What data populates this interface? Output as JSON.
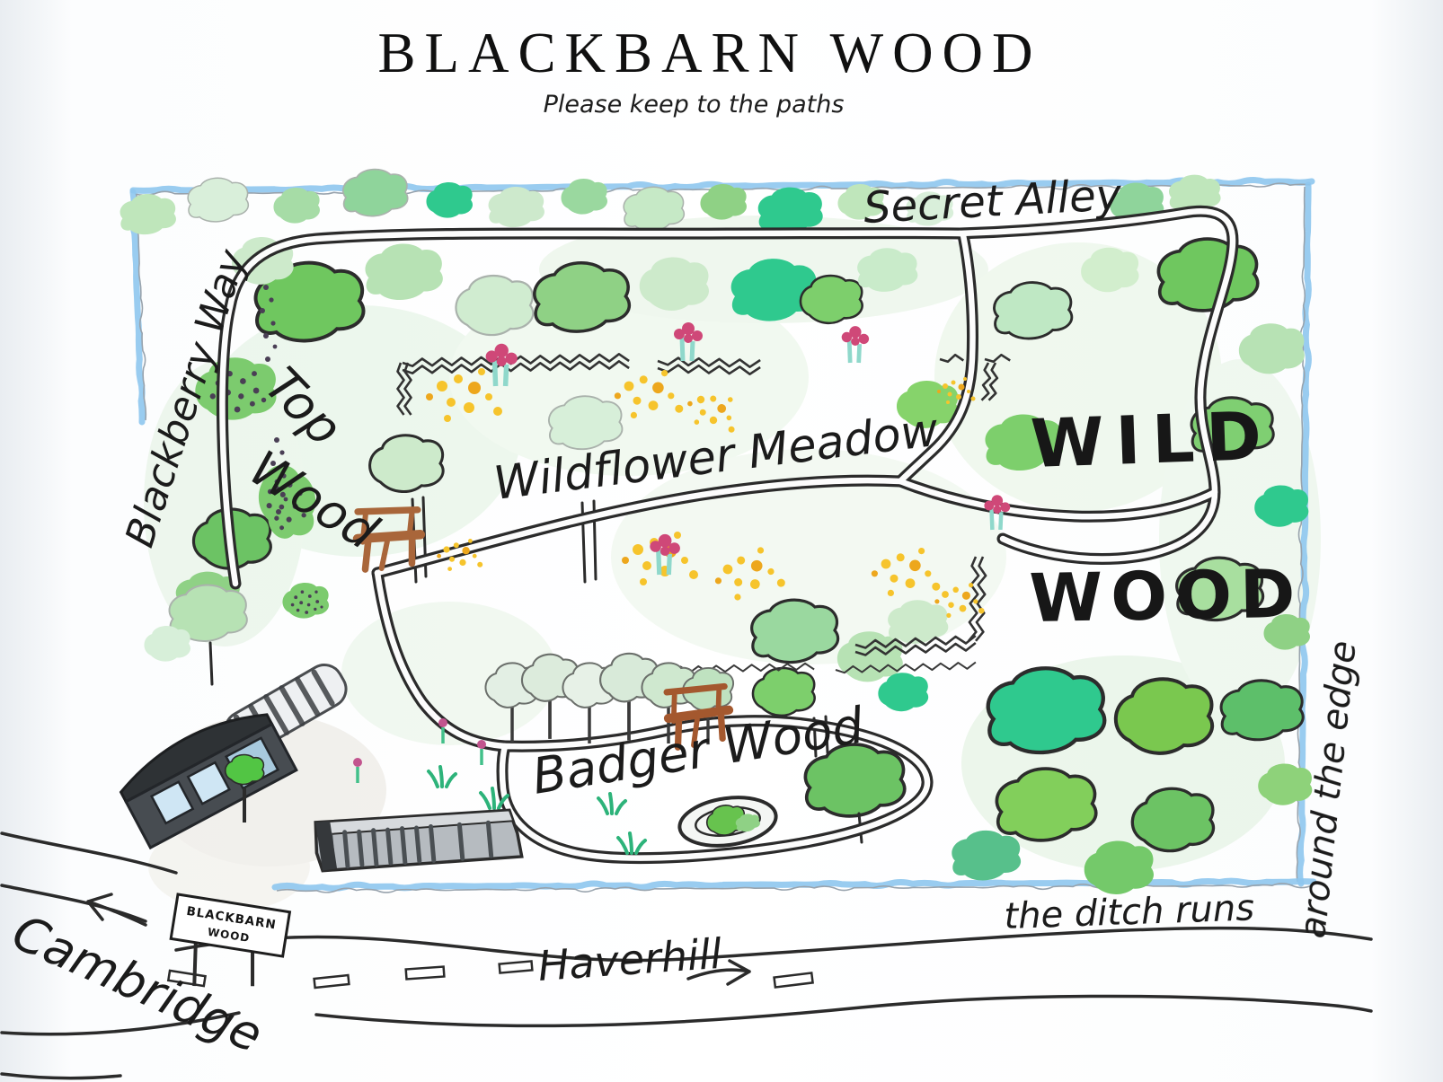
{
  "header": {
    "title": "BLACKBARN WOOD",
    "subtitle": "Please keep to the paths"
  },
  "map": {
    "labels": {
      "secret_alley": "Secret Alley",
      "blackberry_way": "Blackberry Way",
      "top_wood_top": "Top",
      "top_wood_wood": "Wood",
      "wildflower_meadow": "Wildflower Meadow",
      "wild": "WILD",
      "wood": "WOOD",
      "badger_wood": "Badger Wood",
      "ditch_note_horizontal": "the ditch runs",
      "ditch_note_vertical": "around the edge"
    },
    "entrance_sign": {
      "line1": "BLACKBARN",
      "line2": "WOOD"
    },
    "roads": {
      "west_destination": "Cambridge",
      "east_destination": "Haverhill"
    },
    "colors": {
      "ditch_blue": "#8ec7ee",
      "path_ink": "#2b2b2b",
      "meadow_yellow": "#f6c42c",
      "flower_pink": "#cf4878",
      "bench_brown": "#a9663a",
      "tree_light": "#cdeacb",
      "tree_mid": "#8fd185",
      "tree_bright": "#6cc364",
      "tree_emerald": "#2fc98e",
      "building_gray": "#474c51"
    }
  }
}
